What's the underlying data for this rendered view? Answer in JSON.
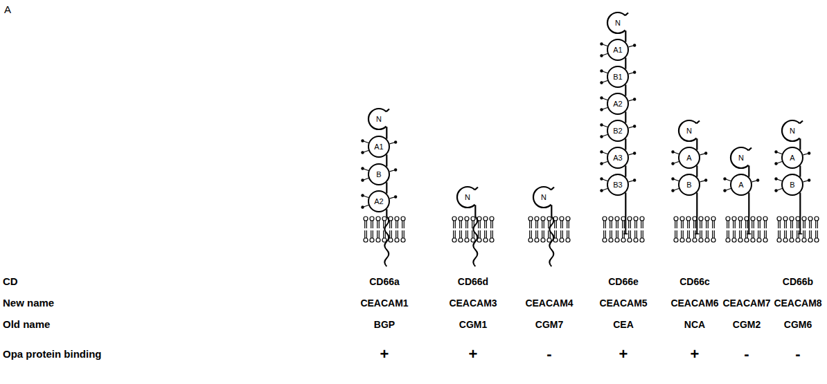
{
  "diagram": {
    "nodes": [
      {
        "text": [
          "N"
        ]
      },
      {
        "text": [
          "A1"
        ]
      },
      {
        "text": [
          "B"
        ]
      },
      {
        "text": [
          "A2"
        ]
      },
      {
        "text": [
          "N"
        ]
      },
      {
        "text": [
          "N"
        ]
      },
      {
        "text": [
          "N"
        ]
      },
      {
        "text": [
          "A1"
        ]
      },
      {
        "text": [
          "B1"
        ]
      },
      {
        "text": [
          "A2"
        ]
      },
      {
        "text": [
          "B2"
        ]
      },
      {
        "text": [
          "A3"
        ]
      },
      {
        "text": [
          "B3"
        ]
      },
      {
        "text": [
          "N"
        ]
      },
      {
        "text": [
          "A"
        ]
      },
      {
        "text": [
          "B"
        ]
      },
      {
        "text": [
          "N"
        ]
      },
      {
        "text": [
          "A"
        ]
      },
      {
        "text": [
          "N"
        ]
      },
      {
        "text": [
          "A"
        ]
      },
      {
        "text": [
          "B"
        ]
      }
    ],
    "edges": [
      {
        "from": 0,
        "to": 1,
        "arrow": "none"
      },
      {
        "from": 1,
        "to": 2,
        "arrow": "none"
      },
      {
        "from": 2,
        "to": 3,
        "arrow": "none"
      },
      {
        "from": 6,
        "to": 7,
        "arrow": "none"
      },
      {
        "from": 7,
        "to": 8,
        "arrow": "none"
      },
      {
        "from": 8,
        "to": 9,
        "arrow": "none"
      },
      {
        "from": 9,
        "to": 10,
        "arrow": "none"
      },
      {
        "from": 10,
        "to": 11,
        "arrow": "none"
      },
      {
        "from": 11,
        "to": 12,
        "arrow": "none"
      },
      {
        "from": 13,
        "to": 14,
        "arrow": "none"
      },
      {
        "from": 14,
        "to": 15,
        "arrow": "none"
      },
      {
        "from": 16,
        "to": 17,
        "arrow": "none"
      },
      {
        "from": 18,
        "to": 19,
        "arrow": "none"
      },
      {
        "from": 19,
        "to": 20,
        "arrow": "none"
      }
    ],
    "labels": [
      "A",
      "CD",
      "CD66a",
      "CD66d",
      "CD66e",
      "CD66c",
      "CD66b",
      "New name",
      "CEACAM1",
      "CEACAM3",
      "CEACAM4",
      "CEACAM5",
      "CEACAM6",
      "CEACAM7",
      "CEACAM8",
      "Old name",
      "BGP",
      "CGM1",
      "CGM7",
      "CEA",
      "NCA",
      "CGM2",
      "CGM6",
      "Opa protein binding",
      "+",
      "+",
      "-",
      "+",
      "+",
      "-",
      "-"
    ]
  }
}
